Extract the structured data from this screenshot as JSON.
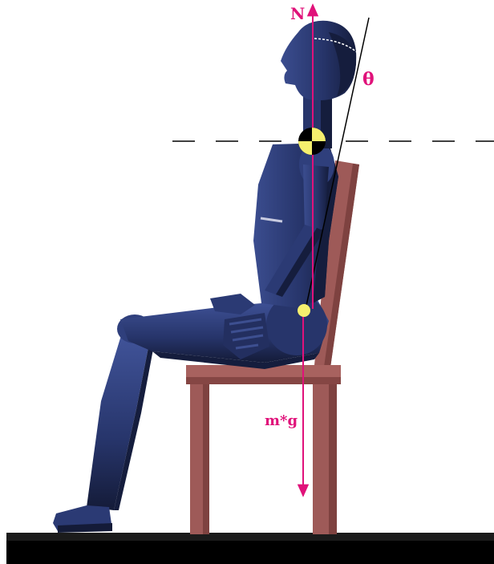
{
  "labels": {
    "normal_force": "N",
    "angle": "θ",
    "weight": "m*g"
  },
  "colors": {
    "force_arrow": "#e0127a",
    "label": "#e0127a",
    "mannequin": "#27356b",
    "mannequin_highlight": "#3b4d8f",
    "mannequin_shadow": "#151d3d",
    "chair": "#9e5a58",
    "chair_dark": "#7e4240",
    "floor": "#000000",
    "cg_marker": "#f6ef6e"
  }
}
